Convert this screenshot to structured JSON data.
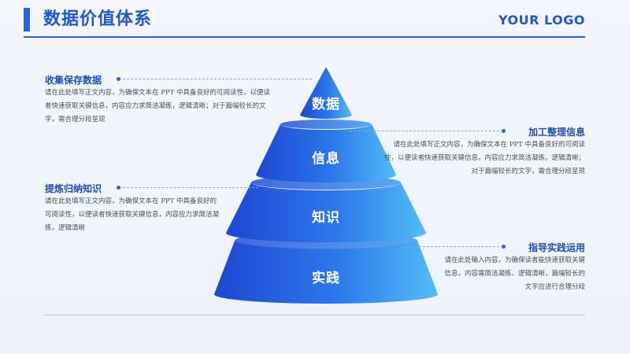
{
  "header": {
    "title": "数据价值体系",
    "logo": "YOUR LOGO"
  },
  "colors": {
    "accent": "#2a63e6",
    "pyramid_dark": "#1f4fd8",
    "pyramid_light": "#4fb2f5"
  },
  "pyramid": {
    "tiers": [
      {
        "label": "数据"
      },
      {
        "label": "信息"
      },
      {
        "label": "知识"
      },
      {
        "label": "实践"
      }
    ]
  },
  "items": [
    {
      "title": "收集保存数据",
      "text": "请在此处填写正文内容，为确保文本在 PPT 中具备良好的可阅读性，以便读者快速获取关键信息，内容应力求简洁凝练，逻辑清晰；对于篇幅较长的文字，需合理分段呈现"
    },
    {
      "title": "加工整理信息",
      "text": "请在此处填写正文内容，为确保文本在 PPT 中具备良好的可阅读性，以便读者快速获取关键信息，内容应力求简洁凝练，逻辑清晰；对于篇幅较长的文字，需合理分段呈现"
    },
    {
      "title": "提炼归纳知识",
      "text": "请在此处填写正文内容，为确保文本在 PPT 中具备良好的可阅读性，以便读者快速获取关键信息，内容应力求简洁凝练，逻辑清晰"
    },
    {
      "title": "指导实践运用",
      "text": "请在此处输入内容，为确保读者能快速获取关键信息，内容需简洁凝练、逻辑清晰，篇幅较长的文字应进行合理分段"
    }
  ]
}
